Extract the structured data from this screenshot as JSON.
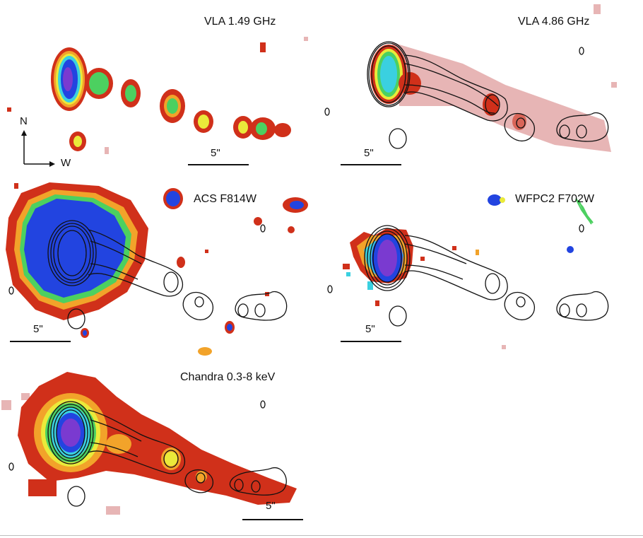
{
  "panels": [
    {
      "id": "vla149",
      "label": "VLA 1.49 GHz",
      "scale": "5\""
    },
    {
      "id": "vla486",
      "label": "VLA 4.86 GHz",
      "scale": "5\""
    },
    {
      "id": "acs",
      "label": "ACS F814W",
      "scale": "5\""
    },
    {
      "id": "wfpc2",
      "label": "WFPC2 F702W",
      "scale": "5\""
    },
    {
      "id": "chandra",
      "label": "Chandra 0.3-8 keV",
      "scale": "5\""
    }
  ],
  "compass": {
    "north": "N",
    "west": "W"
  },
  "colors": {
    "red": "#d0301a",
    "orange": "#f2a32a",
    "yellow": "#eaea3a",
    "green": "#4cd060",
    "cyan": "#3ad0e0",
    "blue": "#2244e0",
    "purple": "#7a3ad0",
    "pink": "#e7b5b5",
    "contour": "#111111"
  }
}
